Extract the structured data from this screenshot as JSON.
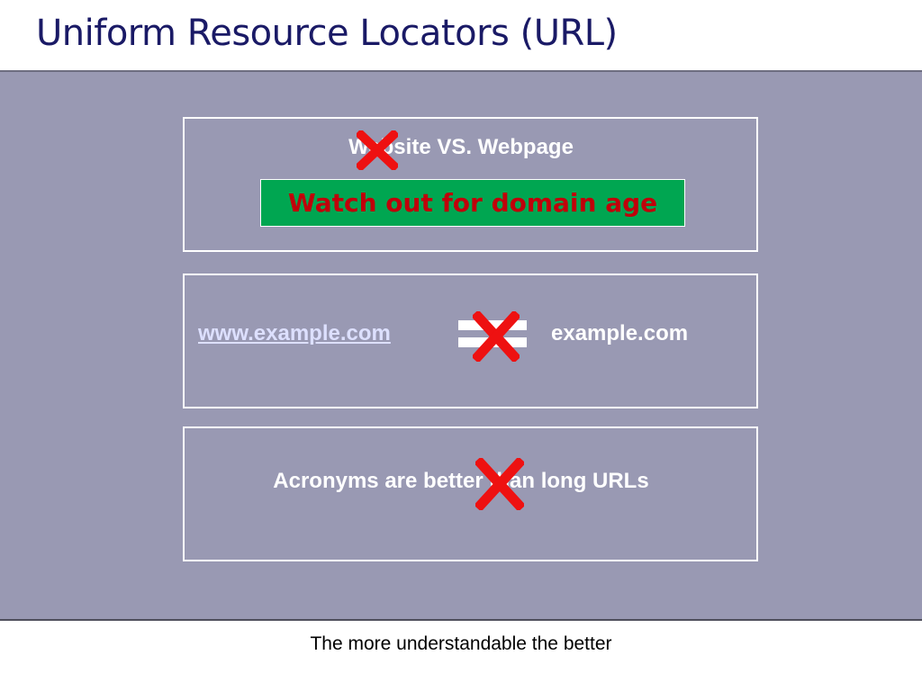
{
  "slide": {
    "title": "Uniform Resource Locators (URL)",
    "box1": {
      "heading": "Website VS. Webpage",
      "callout": "Watch out for domain age"
    },
    "box2": {
      "left_url": "www.example.com",
      "right_url": "example.com"
    },
    "box3": {
      "text": "Acronyms are better than long URLs"
    },
    "footer": "The more understandable the better"
  },
  "colors": {
    "title": "#1a1a66",
    "panel": "#9999b3",
    "callout_bg": "#00a651",
    "callout_text": "#c0000a",
    "cross": "#ee1111",
    "link": "#dde0ff"
  },
  "icons": {
    "cross": "red-x-mark-icon",
    "not_equal": "equals-sign-icon"
  }
}
